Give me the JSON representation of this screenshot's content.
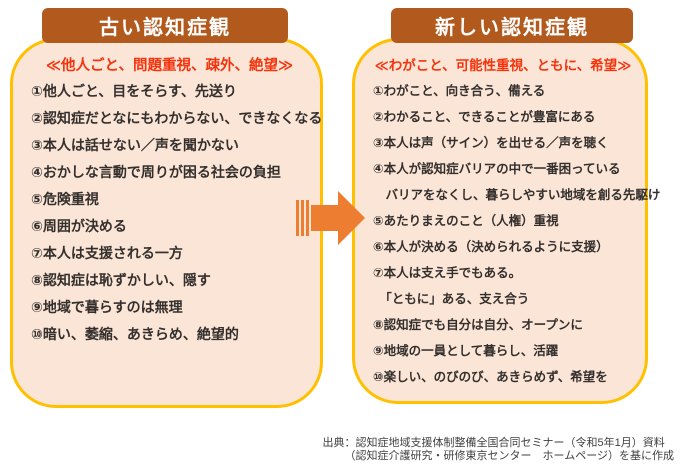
{
  "old_view": {
    "title": "古い認知症観",
    "subtitle": "≪他人ごと、問題重視、疎外、絶望≫",
    "items": [
      "①他人ごと、目をそらす、先送り",
      "②認知症だとなにもわからない、できなくなる",
      "③本人は話せない／声を聞かない",
      "④おかしな言動で周りが困る社会の負担",
      "⑤危険重視",
      "⑥周囲が決める",
      "⑦本人は支援される一方",
      "⑧認知症は恥ずかしい、隠す",
      "⑨地域で暮らすのは無理",
      "⑩暗い、萎縮、あきらめ、絶望的"
    ]
  },
  "new_view": {
    "title": "新しい認知症観",
    "subtitle": "≪わがこと、可能性重視、ともに、希望≫",
    "items": [
      "①わがこと、向き合う、備える",
      "②わかること、できることが豊富にある",
      "③本人は声（サイン）を出せる／声を聴く",
      "④本人が認知症バリアの中で一番困っている",
      "　バリアをなくし、暮らしやすい地域を創る先駆け",
      "⑤あたりまえのこと（人権）重視",
      "⑥本人が決める（決められるように支援）",
      "⑦本人は支え手でもある。",
      "　「ともに」ある、支え合う",
      "⑧認知症でも自分は自分、オープンに",
      "⑨地域の一員として暮らし、活躍",
      "⑩楽しい、のびのび、あきらめず、希望を"
    ]
  },
  "arrow": {
    "icon": "right-arrow"
  },
  "footer": {
    "line1": "出典：認知症地域支援体制整備全国合同セミナー（令和5年1月）資料",
    "line2": "（認知症介護研究・研修東京センター　ホームページ）を基に作成"
  },
  "colors": {
    "header_bg": "#B25A1E",
    "box_border": "#FFC000",
    "box_fill": "#FBE5D6",
    "subtitle_red": "#F5330D",
    "arrow_orange": "#ED7D31",
    "text": "#332F2D"
  }
}
